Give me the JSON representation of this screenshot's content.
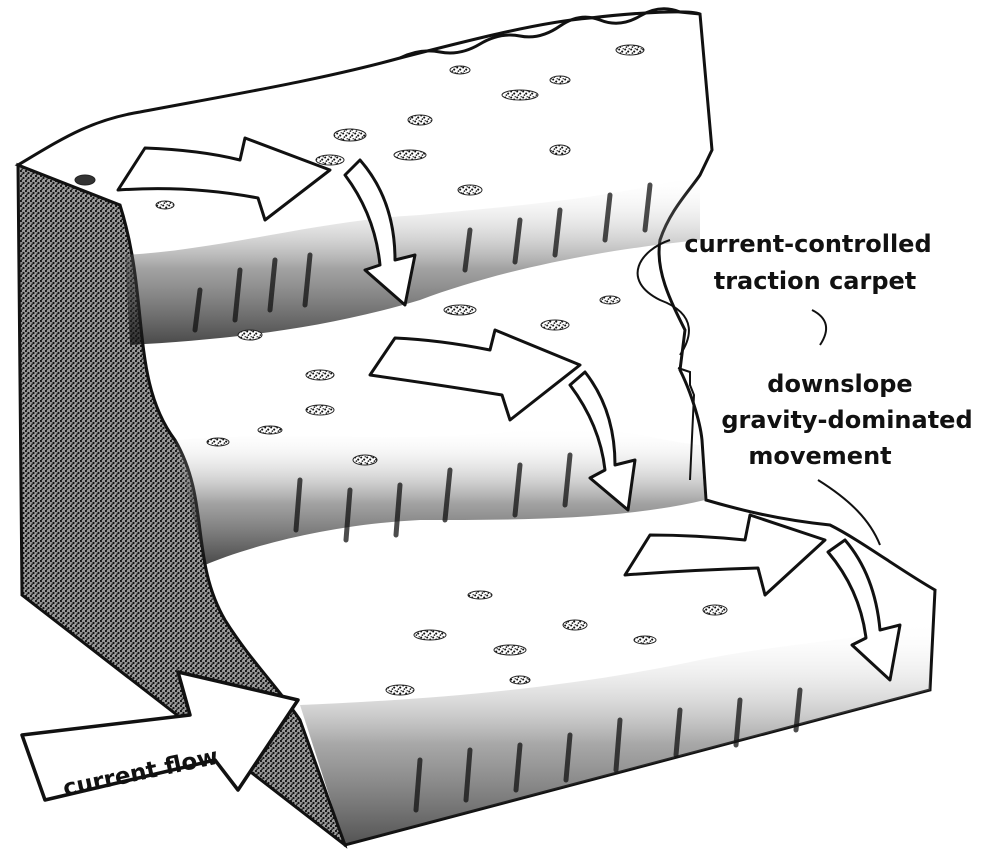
{
  "labels": {
    "current_controlled_line1": "current-controlled",
    "current_controlled_line2": "traction carpet",
    "downslope_line1": "downslope",
    "downslope_line2": "gravity-dominated",
    "downslope_line3": "movement",
    "current_flow": "current flow"
  },
  "colors": {
    "ink": "#111111",
    "paper": "#ffffff",
    "stipple": "#3a3a3a",
    "shade": "#6b6b6b"
  }
}
